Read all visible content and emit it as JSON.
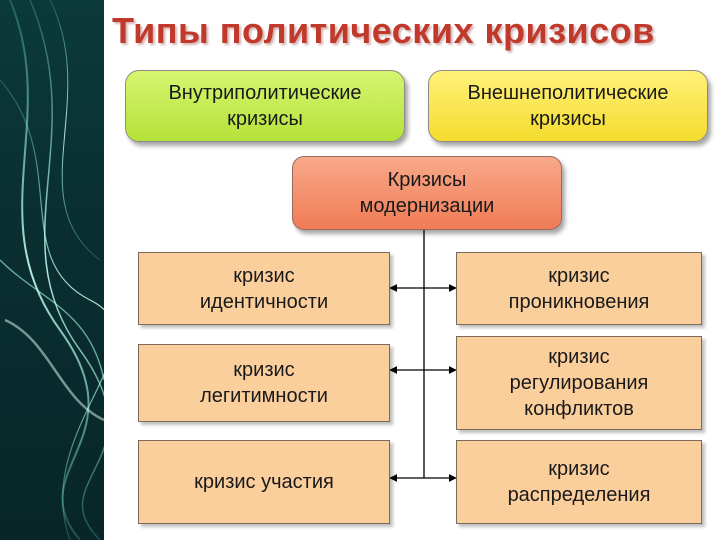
{
  "title": "Типы политических кризисов",
  "top": {
    "left": "Внутриполитические\nкризисы",
    "right": "Внешнеполитические\nкризисы"
  },
  "center": "Кризисы\nмодернизации",
  "left_column": [
    "кризис\nидентичности",
    "кризис\nлегитимности",
    "кризис участия"
  ],
  "right_column": [
    "кризис\nпроникновения",
    "кризис\nрегулирования\nконфликтов",
    "кризис\nраспределения"
  ],
  "colors": {
    "title": "#c0392b",
    "internal_box": "#c6ec50",
    "external_box": "#fbe44a",
    "modernization_box": "#f28c68",
    "sub_boxes": "#fbcf9c"
  }
}
